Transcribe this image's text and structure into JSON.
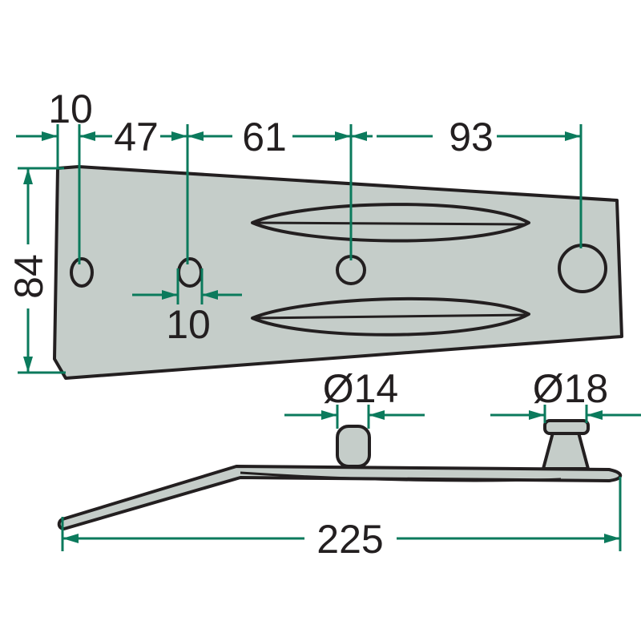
{
  "title": "Plate with pins technical drawing",
  "colors": {
    "dimension": "#0b7a5c",
    "part_fill": "#c5cdc9",
    "outline": "#231f20"
  },
  "dimensions": {
    "edge_to_first_hole": "10",
    "hole1_to_hole2": "47",
    "hole2_to_hole3": "61",
    "hole3_to_hole4": "93",
    "plate_width": "84",
    "hole_diameter": "10",
    "pin_small_diameter": "Ø14",
    "pin_large_diameter": "Ø18",
    "total_length": "225"
  }
}
